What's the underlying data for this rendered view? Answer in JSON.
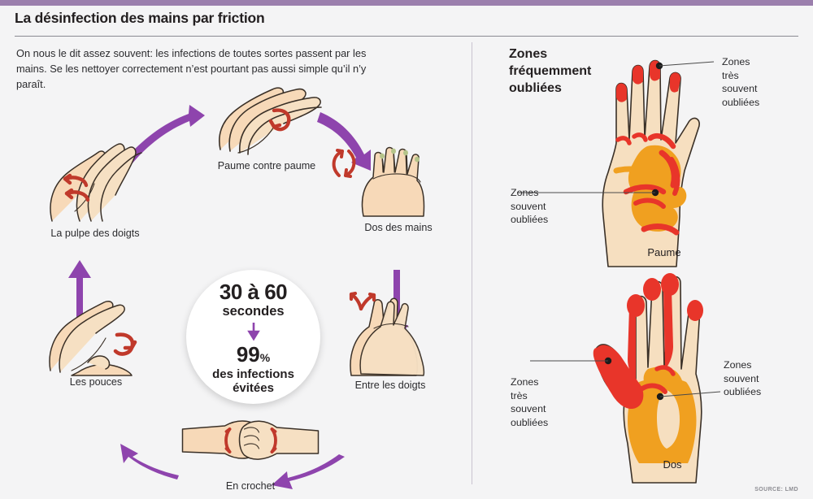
{
  "theme": {
    "accent_purple": "#9b7fad",
    "arrow_purple": "#8e44ad",
    "arrow_red": "#c0392b",
    "skin": "#f7d9b8",
    "skin_light": "#f6e0c3",
    "zone_orange": "#f0a020",
    "zone_red": "#e8352a",
    "background": "#f4f4f5",
    "text": "#231f20"
  },
  "header": {
    "title": "La désinfection des mains par friction",
    "intro": "On nous le dit assez souvent: les infections de toutes sortes passent par les mains. Se les nettoyer correctement n’est pourtant pas aussi simple qu’il n’y paraît."
  },
  "cycle": {
    "steps": [
      {
        "id": "paume-contre-paume",
        "label": "Paume contre paume"
      },
      {
        "id": "dos-des-mains",
        "label": "Dos des mains"
      },
      {
        "id": "entre-les-doigts",
        "label": "Entre les doigts"
      },
      {
        "id": "en-crochet",
        "label": "En crochet"
      },
      {
        "id": "les-pouces",
        "label": "Les pouces"
      },
      {
        "id": "la-pulpe-des-doigts",
        "label": "La pulpe des doigts"
      }
    ],
    "center": {
      "duration_value": "30 à 60",
      "duration_unit": "secondes",
      "result_number": "99",
      "result_percent": "%",
      "result_line1": "des infections",
      "result_line2": "évitées"
    }
  },
  "right_panel": {
    "heading_line1": "Zones",
    "heading_line2": "fréquemment",
    "heading_line3": "oubliées",
    "palm": {
      "name": "Paume",
      "callout_top": "Zones\ntrès\nsouvent\noubliées",
      "callout_top_l1": "Zones",
      "callout_top_l2": "très",
      "callout_top_l3": "souvent",
      "callout_top_l4": "oubliées",
      "callout_left_l1": "Zones",
      "callout_left_l2": "souvent",
      "callout_left_l3": "oubliées"
    },
    "back": {
      "name": "Dos",
      "callout_left_l1": "Zones",
      "callout_left_l2": "très",
      "callout_left_l3": "souvent",
      "callout_left_l4": "oubliées",
      "callout_right_l1": "Zones",
      "callout_right_l2": "souvent",
      "callout_right_l3": "oubliées"
    }
  },
  "footer": {
    "source": "SOURCE: LMD"
  }
}
